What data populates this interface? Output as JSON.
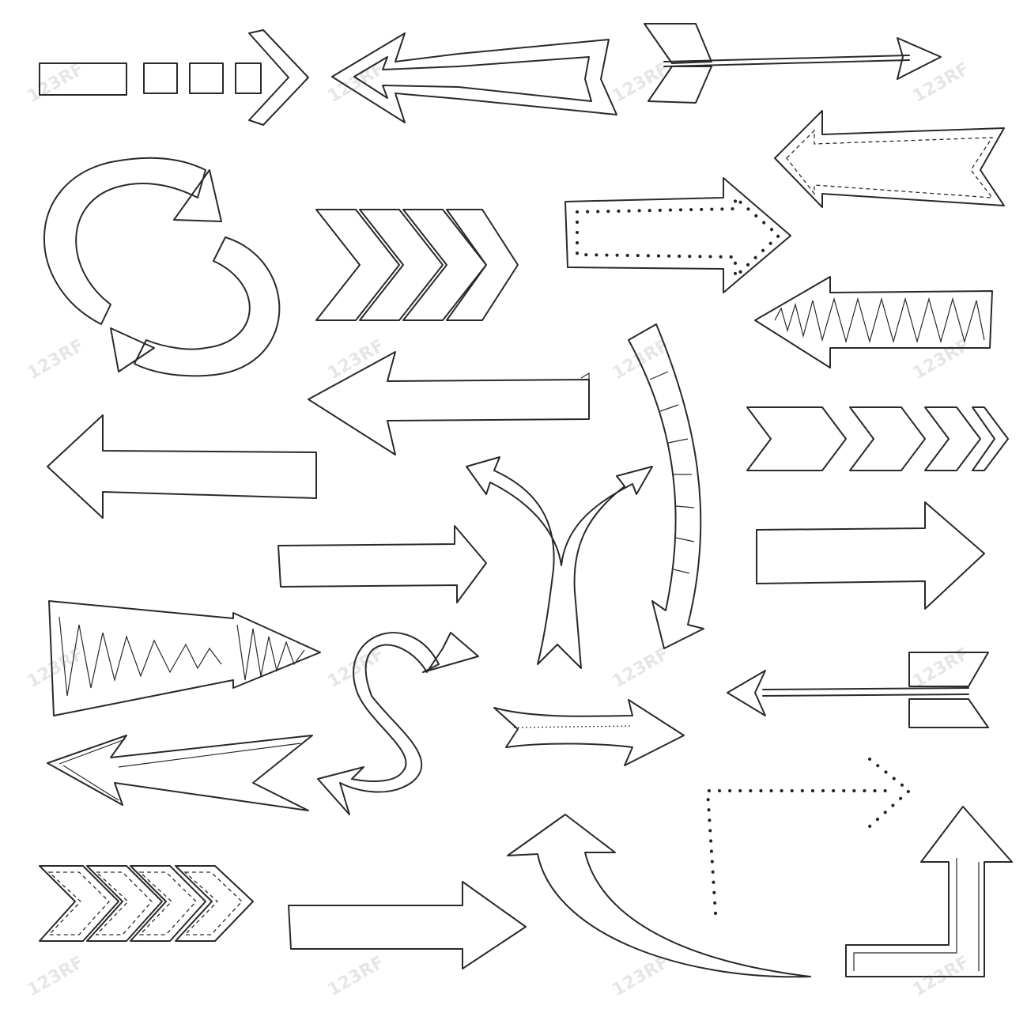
{
  "watermark": {
    "text": "123RF"
  },
  "colors": {
    "ink": "#2a2a2a",
    "background": "#ffffff"
  },
  "arrows": [
    "dashed-box-right-arrow",
    "outlined-left-arrow",
    "feathered-right-arrow",
    "stitched-left-arrow",
    "circular-refresh-arrows",
    "hatched-chevrons",
    "dotted-right-arrow",
    "zigzag-left-arrow",
    "hatched-left-arrow",
    "curved-down-arrow",
    "outline-chevrons",
    "scribbled-left-arrow",
    "split-y-arrow",
    "crosshatched-right-arrow",
    "diagonal-hatched-right-arrow",
    "triangle-zigzag-arrow",
    "s-curve-arrow",
    "feathered-left-arrow",
    "curved-right-arrow",
    "sketchy-left-arrow",
    "dotted-l-arrow",
    "up-l-arrow",
    "stitched-chevrons",
    "crosshatched-right-arrow-2",
    "curved-up-arrow"
  ]
}
